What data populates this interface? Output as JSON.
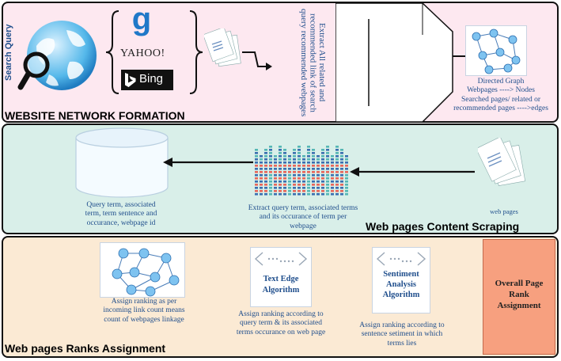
{
  "panel1": {
    "title": "WEBSITE NETWORK FORMATION",
    "search_query": "Search Query",
    "engines": {
      "google": "g",
      "yahoo": "YAHOO!",
      "bing": "Bing"
    },
    "extract_text": "Extract All related and recommended link of search query recommended webpages",
    "graph_caption": [
      "Directed Graph",
      "Webpages ----> Nodes",
      "Searched pages/ related or",
      "recommended pages ---->edges"
    ]
  },
  "panel2": {
    "title": "Web pages Content Scraping",
    "web_pages_label": "web pages",
    "extract_caption": [
      "Extract query term, associated terms",
      "and its occurance of term per",
      "webpage"
    ],
    "db_caption": [
      "Query term, associated",
      "term, term sentence and",
      "occurance, webpage id"
    ]
  },
  "panel3": {
    "title": "Web pages Ranks Assignment",
    "graph_caption": [
      "Assign ranking as per",
      "incoming link count means",
      "count of webpages linkage"
    ],
    "text_edge_title": "Text Edge Algorithm",
    "text_edge_caption": [
      "Assign ranking according to",
      "query term & its associated",
      "terms occurance on web page"
    ],
    "sentiment_title": "Sentiment Analysis Algorithm",
    "sentiment_caption": [
      "Assign ranking according to",
      "sentence setiment in which",
      "terms lies"
    ],
    "overall": "Overall Page Rank Assignment"
  },
  "colors": {
    "panel1_bg": "#fde8f0",
    "panel2_bg": "#d9efe9",
    "panel3_bg": "#fbead4",
    "overall_bg": "#f7a07f",
    "text_blue": "#1f4e8c",
    "bar_red": "#e8665a",
    "bar_blue": "#3a6fb0",
    "bar_teal": "#55b7b4"
  },
  "icons": [
    "globe-icon",
    "magnifier-icon",
    "document-stack-icon",
    "directed-graph-icon",
    "database-icon",
    "bar-grid-icon"
  ]
}
